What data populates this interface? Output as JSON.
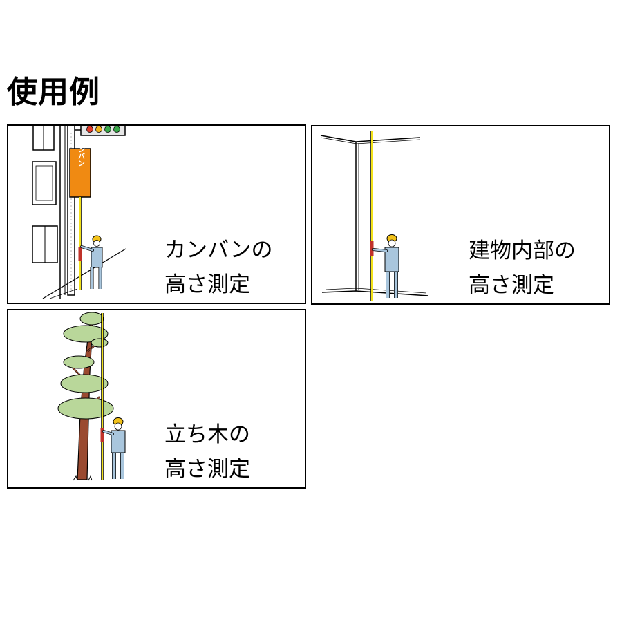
{
  "title": "使用例",
  "panels": [
    {
      "line1": "カンバンの",
      "line2": "高さ測定",
      "sign_text": "カンバン"
    },
    {
      "line1": "建物内部の",
      "line2": "高さ測定"
    },
    {
      "line1": "立ち木の",
      "line2": "高さ測定"
    }
  ],
  "colors": {
    "pole_yellow": "#f2e21a",
    "sign_orange": "#f08a12",
    "helmet": "#f2c21a",
    "uniform": "#a9c6dd",
    "foliage": "#b9d79a",
    "trunk": "#9a4a30"
  }
}
